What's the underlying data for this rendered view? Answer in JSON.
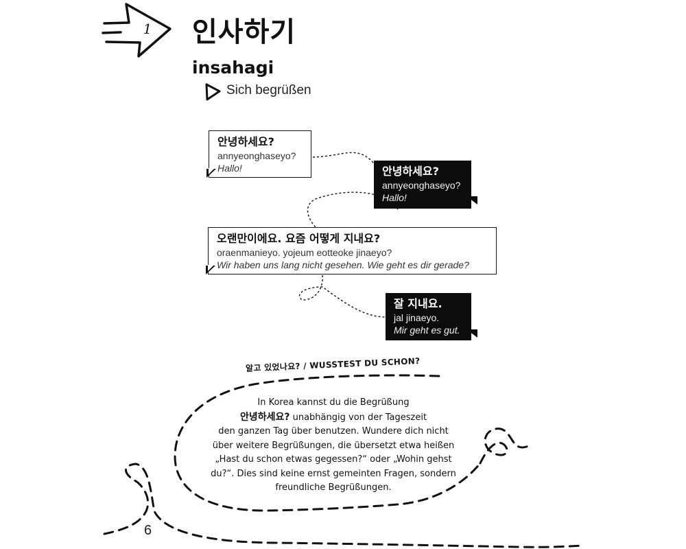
{
  "lesson": {
    "number": "1",
    "title": "인사하기",
    "subtitle": "insahagi",
    "tagline": "Sich begrüßen"
  },
  "dialogue": [
    {
      "speaker": "left",
      "style": "white",
      "korean": "안녕하세요?",
      "romanization": "annyeonghaseyo?",
      "german": "Hallo!"
    },
    {
      "speaker": "right",
      "style": "black",
      "korean": "안녕하세요?",
      "romanization": "annyeonghaseyo?",
      "german": "Hallo!"
    },
    {
      "speaker": "left",
      "style": "white",
      "korean": "오랜만이에요. 요즘 어떻게 지내요?",
      "romanization": "oraenmanieyo. yojeum eotteoke jinaeyo?",
      "german": "Wir haben uns lang nicht gesehen. Wie geht es dir gerade?"
    },
    {
      "speaker": "right",
      "style": "black",
      "korean": "잘 지내요.",
      "romanization": "jal jinaeyo.",
      "german": "Mir geht es gut."
    }
  ],
  "info": {
    "heading": "알고 있었나요? / WUSSTEST DU SCHON?",
    "lines": [
      "In Korea kannst du die Begrüßung",
      "unabhängig von der Tageszeit",
      "den ganzen Tag über benutzen. Wundere dich nicht",
      "über weitere Begrüßungen, die übersetzt etwa heißen",
      "„Hast du schon etwas gegessen?“ oder „Wohin gehst",
      "du?“. Dies sind keine ernst gemeinten Fragen, sondern",
      "freundliche Begrüßungen."
    ],
    "highlight": "안녕하세요?"
  },
  "page_number": "6",
  "colors": {
    "ink": "#111111",
    "paper": "#ffffff",
    "bubble_dark": "#0c0c0c"
  },
  "icons": {
    "lesson_marker": "hand-drawn-arrow-icon",
    "tagline_marker": "play-triangle-icon"
  }
}
